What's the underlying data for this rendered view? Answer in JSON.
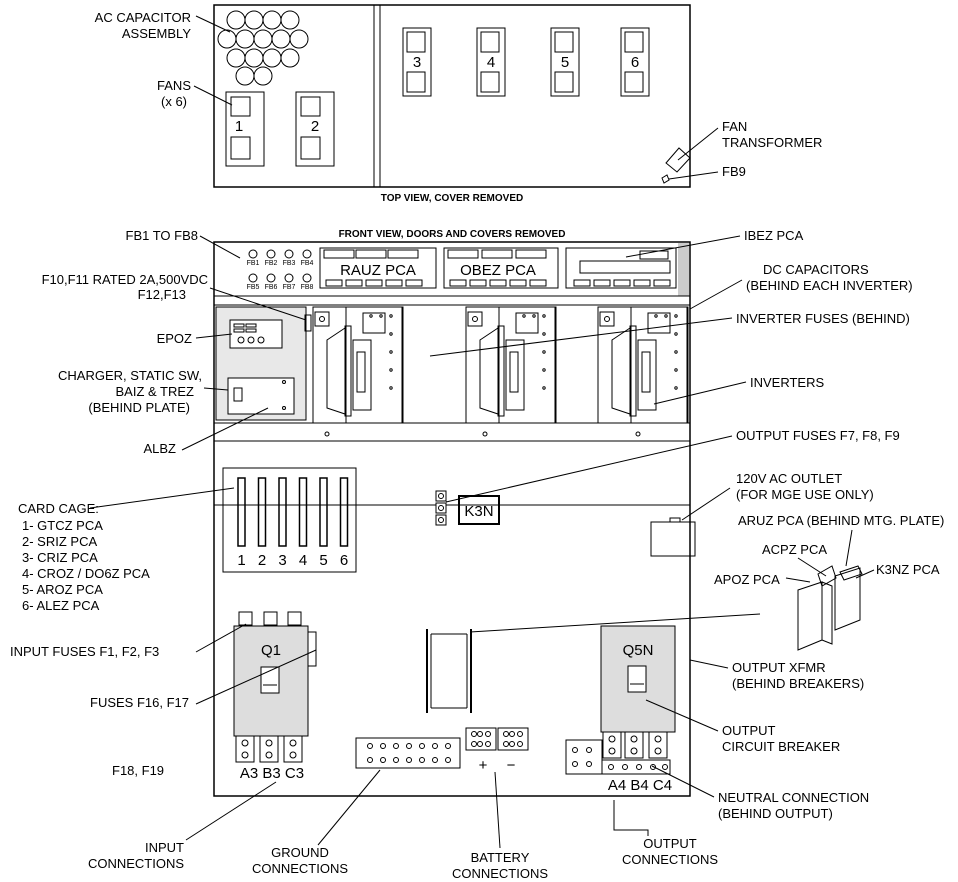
{
  "top_view": {
    "caption": "TOP VIEW, COVER  REMOVED",
    "fan_numbers": [
      "1",
      "2",
      "3",
      "4",
      "5",
      "6"
    ],
    "labels": {
      "ac_cap_1": "AC CAPACITOR",
      "ac_cap_2": "ASSEMBLY",
      "fans_1": "FANS",
      "fans_2": "(x 6)",
      "fan_xfmr_1": "FAN",
      "fan_xfmr_2": "TRANSFORMER",
      "fb9": "FB9"
    }
  },
  "front_view": {
    "caption": "FRONT VIEW, DOORS AND COVERS REMOVED",
    "fb_small": [
      "FB1",
      "FB2",
      "FB3",
      "FB4",
      "FB5",
      "FB6",
      "FB7",
      "FB8"
    ],
    "rauz": "RAUZ PCA",
    "obez": "OBEZ PCA",
    "k3n": "K3N",
    "q1": "Q1",
    "q5n": "Q5N",
    "slot_numbers": [
      "1",
      "2",
      "3",
      "4",
      "5",
      "6"
    ],
    "input_terms": "A3 B3 C3",
    "output_terms": "A4 B4 C4",
    "plus": "+",
    "minus": "−"
  },
  "left_labels": {
    "fb1_fb8": "FB1 TO FB8",
    "f10_1": "F10,F11 RATED 2A,500VDC",
    "f10_2": "F12,F13",
    "epoz": "EPOZ",
    "charger_1": "CHARGER, STATIC SW,",
    "charger_2": "BAIZ & TREZ",
    "charger_3": "(BEHIND PLATE)",
    "albz": "ALBZ",
    "card_cage": "CARD CAGE:",
    "cards": [
      "1- GTCZ PCA",
      "2- SRIZ PCA",
      "3- CRIZ PCA",
      "4- CROZ / DO6Z PCA",
      "5- AROZ PCA",
      "6- ALEZ PCA"
    ],
    "input_fuses": "INPUT FUSES F1, F2, F3",
    "fuses_f16": "FUSES F16, F17",
    "f18": "F18, F19"
  },
  "right_labels": {
    "ibez": "IBEZ PCA",
    "dc_cap_1": "DC CAPACITORS",
    "dc_cap_2": "(BEHIND EACH INVERTER)",
    "inv_fuses": "INVERTER FUSES (BEHIND)",
    "inverters": "INVERTERS",
    "out_fuses": "OUTPUT FUSES F7, F8, F9",
    "outlet_1": "120V AC OUTLET",
    "outlet_2": "(FOR MGE  USE ONLY)",
    "aruz": "ARUZ PCA (BEHIND MTG. PLATE)",
    "acpz": "ACPZ PCA",
    "apoz": "APOZ PCA",
    "k3nz": "K3NZ PCA",
    "out_xfmr_1": "OUTPUT XFMR",
    "out_xfmr_2": "(BEHIND BREAKERS)",
    "ocb_1": "OUTPUT",
    "ocb_2": "CIRCUIT BREAKER",
    "neutral_1": "NEUTRAL CONNECTION",
    "neutral_2": "(BEHIND OUTPUT)"
  },
  "bottom_labels": {
    "input_1": "INPUT",
    "input_2": "CONNECTIONS",
    "ground_1": "GROUND",
    "ground_2": "CONNECTIONS",
    "battery_1": "BATTERY",
    "battery_2": "CONNECTIONS",
    "output_1": "OUTPUT",
    "output_2": "CONNECTIONS"
  }
}
